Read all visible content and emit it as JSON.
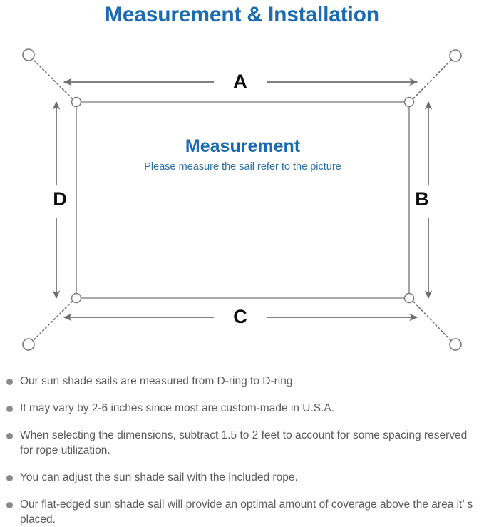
{
  "page": {
    "title": "Measurement & Installation",
    "title_color": "#1b6bb0",
    "background_color": "#ffffff"
  },
  "diagram": {
    "name": "sun-shade-sail-measurement-diagram",
    "sail_shape": "rectangle",
    "line_color": "#7a7a7a",
    "center_text": {
      "heading": "Measurement",
      "heading_color": "#1b6bb0",
      "subtitle": "Please measure the sail refer to the picture",
      "subtitle_color": "#2a6fa8"
    },
    "dimension_labels": [
      {
        "id": "A",
        "label": "A",
        "position": "top",
        "orientation": "horizontal"
      },
      {
        "id": "B",
        "label": "B",
        "position": "right",
        "orientation": "vertical"
      },
      {
        "id": "C",
        "label": "C",
        "position": "bottom",
        "orientation": "horizontal"
      },
      {
        "id": "D",
        "label": "D",
        "position": "left",
        "orientation": "vertical"
      }
    ],
    "corners": [
      {
        "id": "top-left",
        "d_ring": true,
        "anchor_point": true,
        "rope": "dotted"
      },
      {
        "id": "top-right",
        "d_ring": true,
        "anchor_point": true,
        "rope": "dotted"
      },
      {
        "id": "bottom-left",
        "d_ring": true,
        "anchor_point": true,
        "rope": "dotted"
      },
      {
        "id": "bottom-right",
        "d_ring": true,
        "anchor_point": true,
        "rope": "dotted"
      }
    ]
  },
  "notes": {
    "bullet_color": "#8a8a8a",
    "text_color": "#5b5b5b",
    "items": [
      "Our sun shade sails are measured from D-ring to D-ring.",
      "It may vary by 2-6 inches since most are custom-made in U.S.A.",
      "When selecting the dimensions, subtract 1.5 to 2 feet to account for some spacing reserved for rope utilization.",
      "You can adjust the sun shade sail with the included rope.",
      "Our flat-edged sun shade sail will provide an optimal amount of coverage above the area it’ s placed."
    ]
  }
}
